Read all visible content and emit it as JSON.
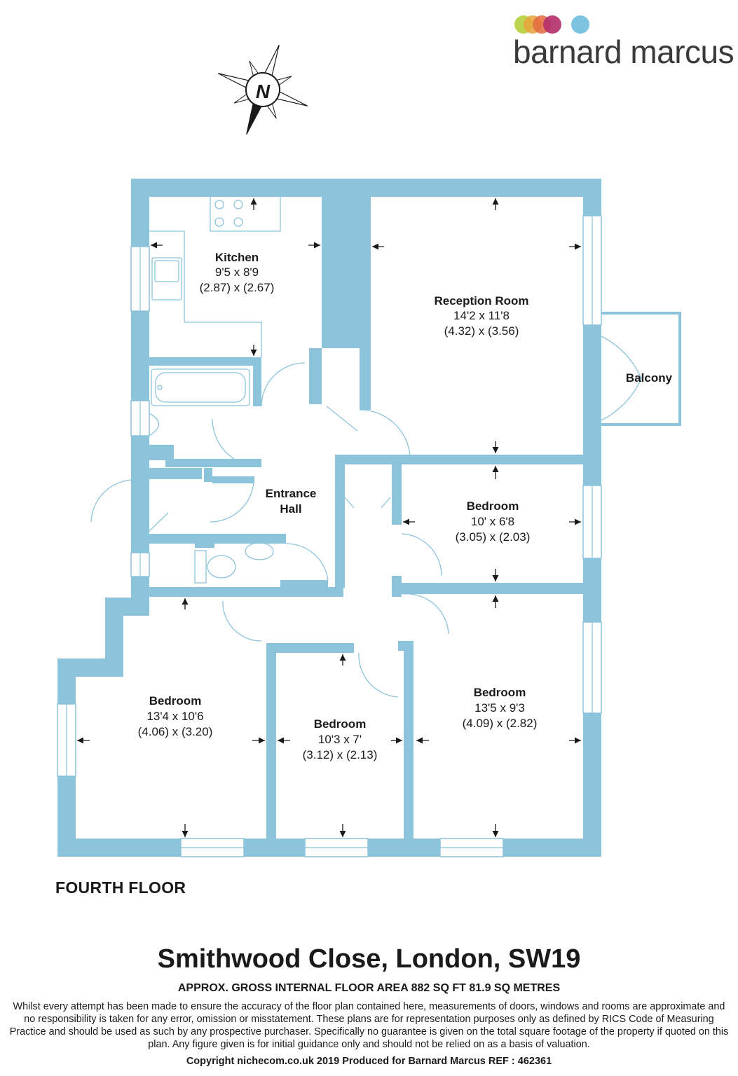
{
  "brand": {
    "name": "barnard marcus",
    "dot_colors": [
      "#b5cf3b",
      "#e9a33b",
      "#e36a3d",
      "#b32d6a",
      "#7cc3e0"
    ]
  },
  "compass": {
    "label": "N"
  },
  "rooms": {
    "kitchen": {
      "name": "Kitchen",
      "imperial": "9'5 x 8'9",
      "metric": "(2.87) x (2.67)"
    },
    "reception": {
      "name": "Reception Room",
      "imperial": "14'2 x 11'8",
      "metric": "(4.32) x (3.56)"
    },
    "balcony": {
      "name": "Balcony"
    },
    "hall": {
      "line1": "Entrance",
      "line2": "Hall"
    },
    "bedroom_small": {
      "name": "Bedroom",
      "imperial": "10' x 6'8",
      "metric": "(3.05) x (2.03)"
    },
    "bedroom_sw": {
      "name": "Bedroom",
      "imperial": "13'4 x 10'6",
      "metric": "(4.06) x (3.20)"
    },
    "bedroom_mid": {
      "name": "Bedroom",
      "imperial": "10'3 x 7'",
      "metric": "(3.12) x (2.13)"
    },
    "bedroom_se": {
      "name": "Bedroom",
      "imperial": "13'5 x 9'3",
      "metric": "(4.09) x (2.82)"
    }
  },
  "colors": {
    "wall": "#8cc4dc",
    "fixture": "#8cc4dc",
    "text": "#1a1a1a"
  },
  "floor_label": "FOURTH FLOOR",
  "address": "Smithwood Close, London, SW19",
  "area_text": "APPROX. GROSS INTERNAL FLOOR AREA 882 SQ FT 81.9 SQ METRES",
  "disclaimer": "Whilst every attempt has been made to ensure the accuracy of the floor plan contained here, measurements of doors, windows and rooms are approximate and no responsibility is taken for any error, omission or misstatement. These plans are for representation purposes only as defined by RICS Code of Measuring Practice and should be used as such by any prospective purchaser.  Specifically no guarantee is given on the total square footage of the property if quoted on this plan. Any figure given is for initial guidance only and should not be relied on as a basis of valuation.",
  "copyright": "Copyright nichecom.co.uk 2019    Produced for Barnard Marcus    REF : 462361"
}
